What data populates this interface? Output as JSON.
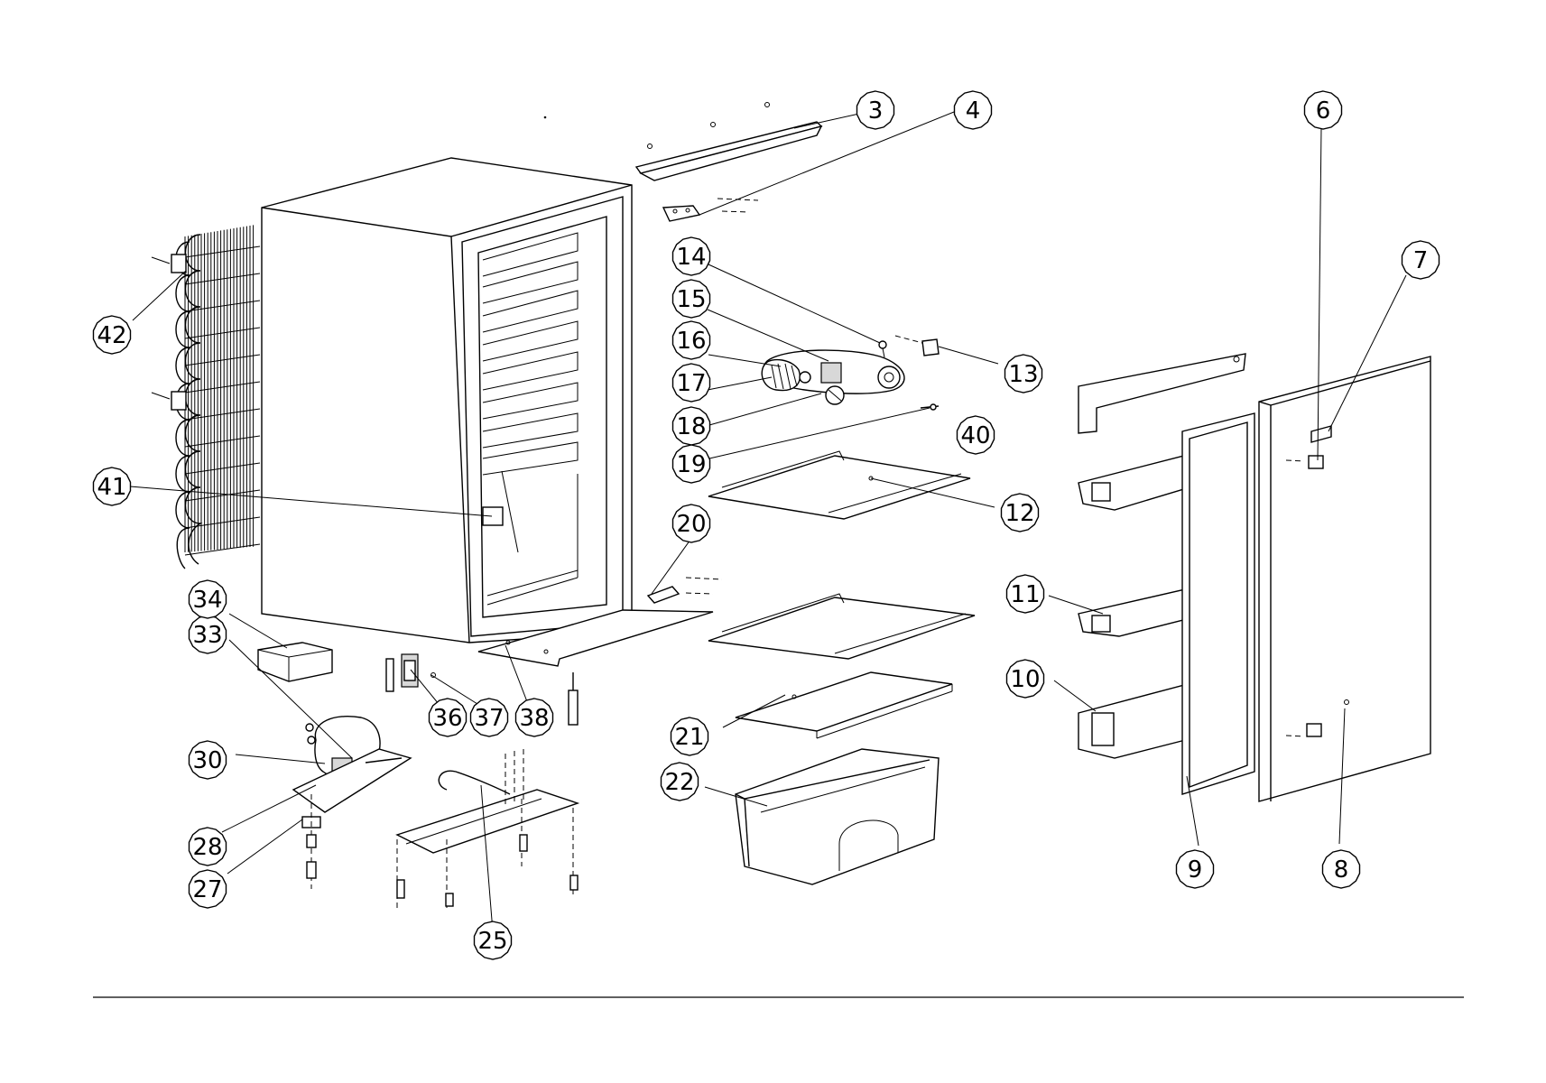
{
  "callouts": [
    {
      "label": "3"
    },
    {
      "label": "4"
    },
    {
      "label": "6"
    },
    {
      "label": "7"
    },
    {
      "label": "8"
    },
    {
      "label": "9"
    },
    {
      "label": "10"
    },
    {
      "label": "11"
    },
    {
      "label": "12"
    },
    {
      "label": "13"
    },
    {
      "label": "14"
    },
    {
      "label": "15"
    },
    {
      "label": "16"
    },
    {
      "label": "17"
    },
    {
      "label": "18"
    },
    {
      "label": "19"
    },
    {
      "label": "20"
    },
    {
      "label": "21"
    },
    {
      "label": "22"
    },
    {
      "label": "25"
    },
    {
      "label": "27"
    },
    {
      "label": "28"
    },
    {
      "label": "30"
    },
    {
      "label": "33"
    },
    {
      "label": "34"
    },
    {
      "label": "36"
    },
    {
      "label": "37"
    },
    {
      "label": "38"
    },
    {
      "label": "40"
    },
    {
      "label": "41"
    },
    {
      "label": "42"
    }
  ]
}
